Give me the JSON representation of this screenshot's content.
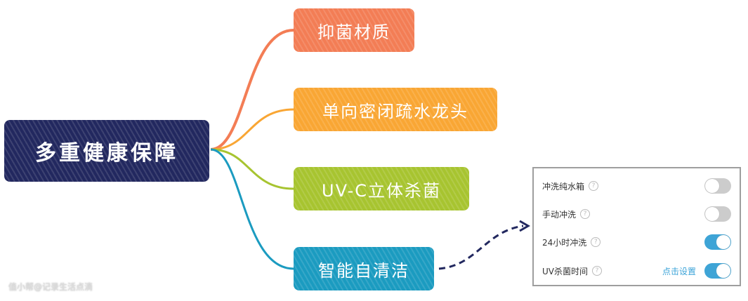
{
  "root": {
    "label": "多重健康保障",
    "color": "#22285f"
  },
  "children": [
    {
      "label": "抑菌材质",
      "color": "#f37d55"
    },
    {
      "label": "单向密闭疏水龙头",
      "color": "#f9a634"
    },
    {
      "label": "UV-C立体杀菌",
      "color": "#a7c430"
    },
    {
      "label": "智能自清洁",
      "color": "#1b9bc0"
    }
  ],
  "panel": {
    "rows": [
      {
        "label": "冲洗纯水箱",
        "help": "?",
        "on": false
      },
      {
        "label": "手动冲洗",
        "help": "?",
        "on": false
      },
      {
        "label": "24小时冲洗",
        "help": "?",
        "on": true
      },
      {
        "label": "UV杀菌时间",
        "help": "?",
        "link": "点击设置",
        "on": true
      }
    ]
  },
  "watermark": "值小帮@记录生活点滴"
}
